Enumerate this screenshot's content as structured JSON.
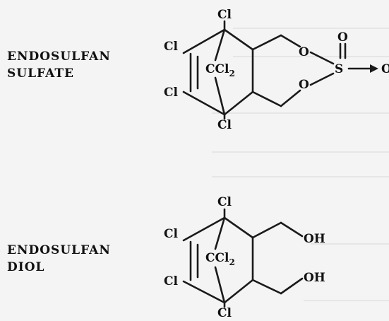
{
  "molecules": [
    {
      "name_line1": "ENDOSULFAN",
      "name_line2": "SULFATE",
      "atoms": {
        "cl_top": "Cl",
        "cl_upper_left": "Cl",
        "cl_lower_left": "Cl",
        "cl_bottom": "Cl",
        "bridge": "CCl",
        "bridge_sub": "2",
        "o_ring_top": "O",
        "o_ring_bottom": "O",
        "o_double": "O",
        "sulfur": "S",
        "o_arrow_partial": "O"
      }
    },
    {
      "name_line1": "ENDOSULFAN",
      "name_line2": "DIOL",
      "atoms": {
        "cl_top": "Cl",
        "cl_upper_left": "Cl",
        "cl_lower_left": "Cl",
        "cl_bottom": "Cl",
        "bridge": "CCl",
        "bridge_sub": "2",
        "oh_top": "OH",
        "oh_bottom": "OH"
      }
    }
  ]
}
